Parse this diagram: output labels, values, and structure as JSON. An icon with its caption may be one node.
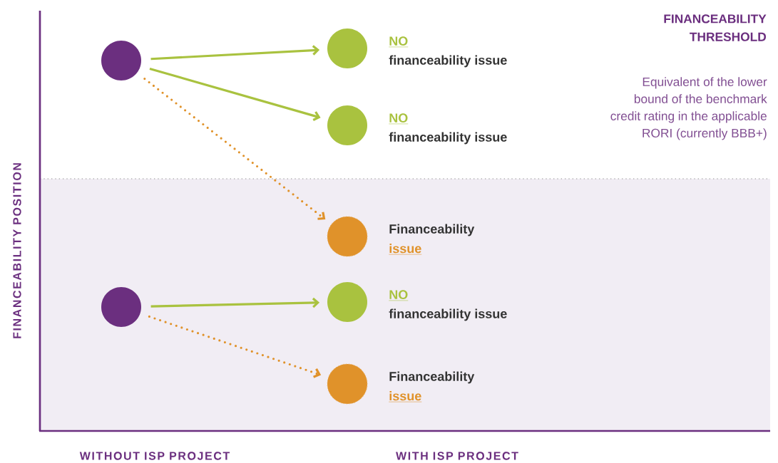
{
  "diagram": {
    "nodes": [
      {
        "text": [],
        "shape": "circle"
      },
      {
        "text": [],
        "shape": "circle",
        "beside": [
          "NO",
          "financeability issue"
        ]
      },
      {
        "text": [],
        "shape": "circle",
        "beside": [
          "NO",
          "financeability issue"
        ]
      },
      {
        "text": [],
        "shape": "circle",
        "beside": [
          "Financeability",
          "issue"
        ]
      },
      {
        "text": [],
        "shape": "circle"
      },
      {
        "text": [],
        "shape": "circle",
        "beside": [
          "NO",
          "financeability issue"
        ]
      },
      {
        "text": [],
        "shape": "circle",
        "beside": [
          "Financeability",
          "issue"
        ]
      }
    ],
    "edges": [
      {
        "from": 0,
        "to": 1,
        "arrow": "to"
      },
      {
        "from": 0,
        "to": 2,
        "arrow": "to"
      },
      {
        "from": 0,
        "to": 3,
        "arrow": "to",
        "style": "dashed",
        "color": "#e0922a"
      },
      {
        "from": 4,
        "to": 5,
        "arrow": "to"
      },
      {
        "from": 4,
        "to": 6,
        "arrow": "to",
        "style": "dashed",
        "color": "#e0922a"
      }
    ],
    "labels": [
      "FINANCEABILITY THRESHOLD",
      "Equivalent of the lower bound of the benchmark credit rating in the applicable RORI (currently BBB+)",
      "FINANCEABILITY POSITION",
      "WITHOUT ISP PROJECT",
      "WITH ISP PROJECT"
    ]
  }
}
